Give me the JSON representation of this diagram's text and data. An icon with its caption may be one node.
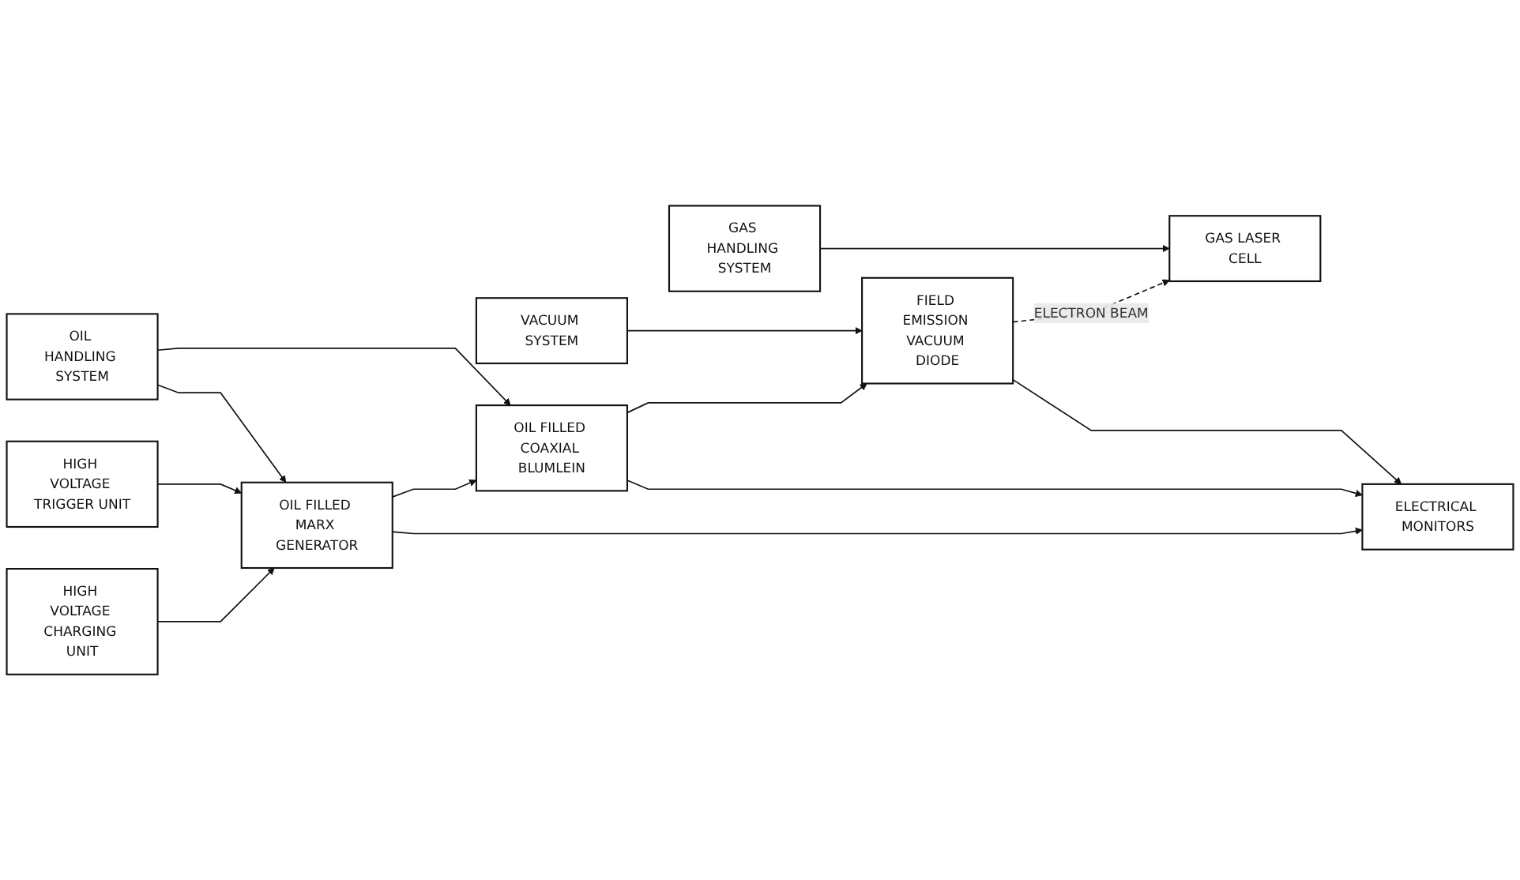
{
  "diagram": {
    "nodes": [
      {
        "text": [
          "ELECTRICAL MONITORS"
        ]
      },
      {
        "text": [
          "HIGH VOLTAGE CHARGING UNIT"
        ]
      },
      {
        "text": [
          "OIL FILLED MARX GENERATOR"
        ]
      },
      {
        "text": [
          "OIL FILLED COAXIAL BLUMLEIN"
        ]
      },
      {
        "text": [
          "FIELD EMISSION VACUUM DIODE"
        ]
      },
      {
        "text": [
          "GAS LASER CELL"
        ]
      },
      {
        "text": [
          "HIGH VOLTAGE TRIGGER UNIT"
        ]
      },
      {
        "text": [
          "OIL HANDLING SYSTEM"
        ]
      },
      {
        "text": [
          "VACUUM SYSTEM"
        ]
      },
      {
        "text": [
          "GAS HANDLING SYSTEM"
        ]
      }
    ],
    "edges": [
      {
        "from": 1,
        "to": 2,
        "arrow": "to"
      },
      {
        "from": 2,
        "to": 3,
        "arrow": "to"
      },
      {
        "from": 3,
        "to": 4,
        "arrow": "to"
      },
      {
        "from": 4,
        "to": 5,
        "arrow": "to",
        "label": "ELECTRON BEAM",
        "style": "dashed"
      },
      {
        "from": 2,
        "to": 0,
        "arrow": "to"
      },
      {
        "from": 3,
        "to": 0,
        "arrow": "to"
      },
      {
        "from": 4,
        "to": 0,
        "arrow": "to"
      },
      {
        "from": 6,
        "to": 2,
        "arrow": "to"
      },
      {
        "from": 7,
        "to": 2,
        "arrow": "to"
      },
      {
        "from": 7,
        "to": 3,
        "arrow": "to"
      },
      {
        "from": 8,
        "to": 4,
        "arrow": "to"
      },
      {
        "from": 9,
        "to": 5,
        "arrow": "to"
      }
    ]
  }
}
